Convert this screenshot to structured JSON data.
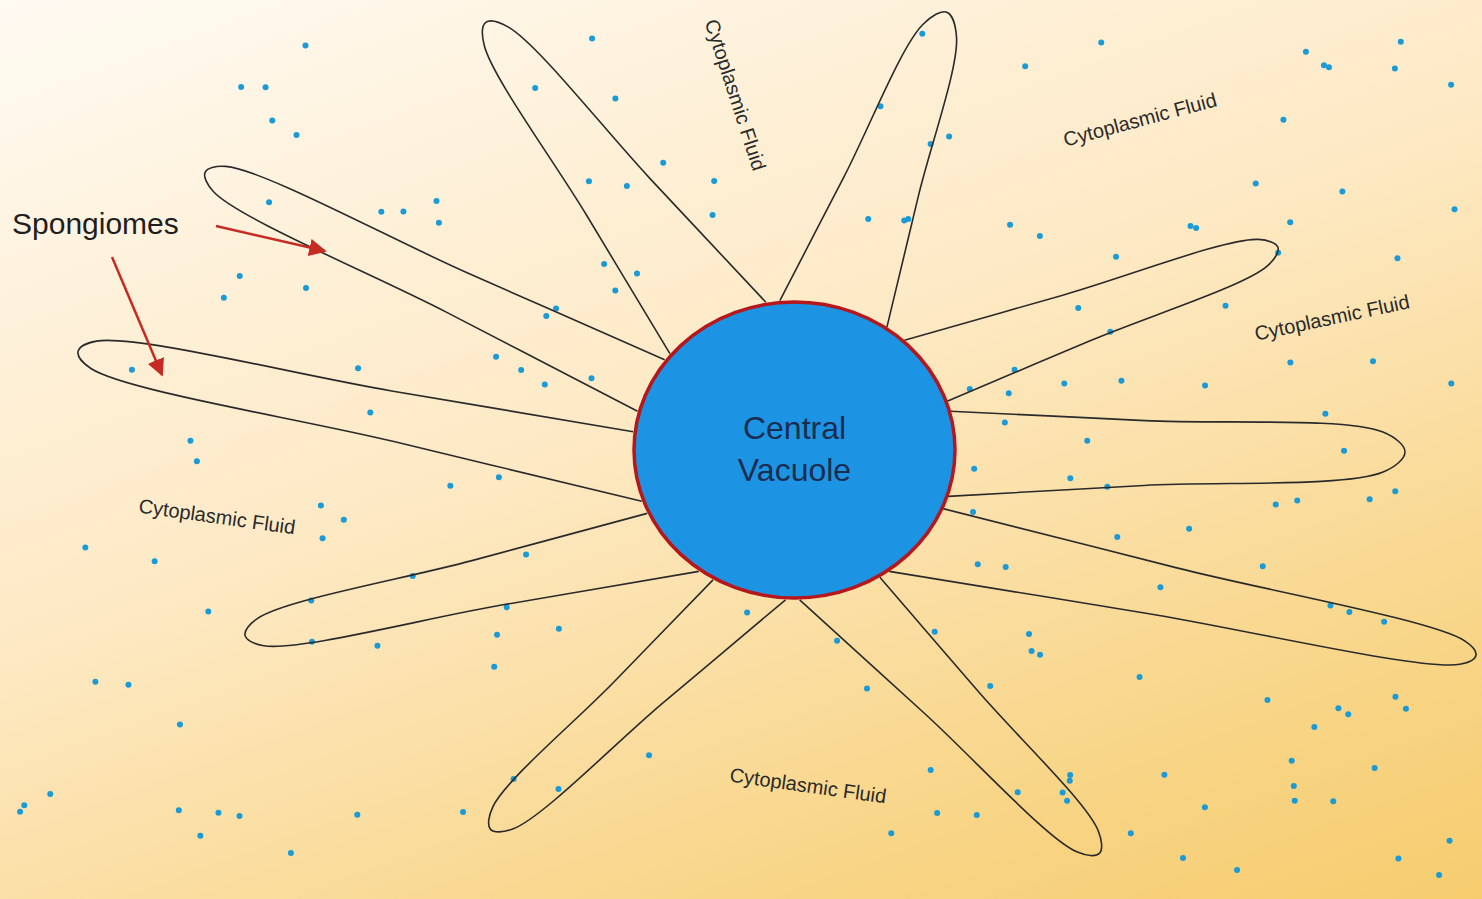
{
  "diagram": {
    "nodes": [
      {
        "text": [
          "Central Vacuole"
        ]
      }
    ],
    "labels": [
      "Spongiomes",
      "Cytoplasmic Fluid",
      "Cytoplasmic Fluid",
      "Cytoplasmic Fluid",
      "Cytoplasmic Fluid",
      "Cytoplasmic Fluid"
    ]
  }
}
